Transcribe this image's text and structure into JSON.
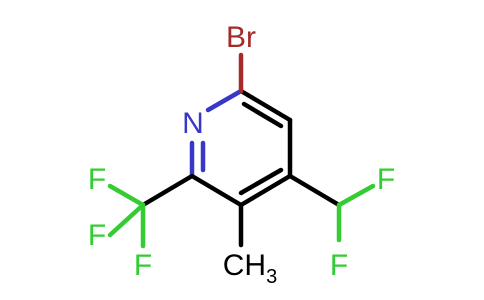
{
  "molecule": {
    "atoms": {
      "br": {
        "label": "Br",
        "color": "#a52a2a"
      },
      "n": {
        "label": "N",
        "color": "#3838c8"
      },
      "f1": {
        "label": "F",
        "color": "#33cc33"
      },
      "f2": {
        "label": "F",
        "color": "#33cc33"
      },
      "f3": {
        "label": "F",
        "color": "#33cc33"
      },
      "f4": {
        "label": "F",
        "color": "#33cc33"
      },
      "f5": {
        "label": "F",
        "color": "#33cc33"
      },
      "methyl": {
        "label": "CH",
        "subscript": "3",
        "color": "#000000"
      }
    }
  }
}
